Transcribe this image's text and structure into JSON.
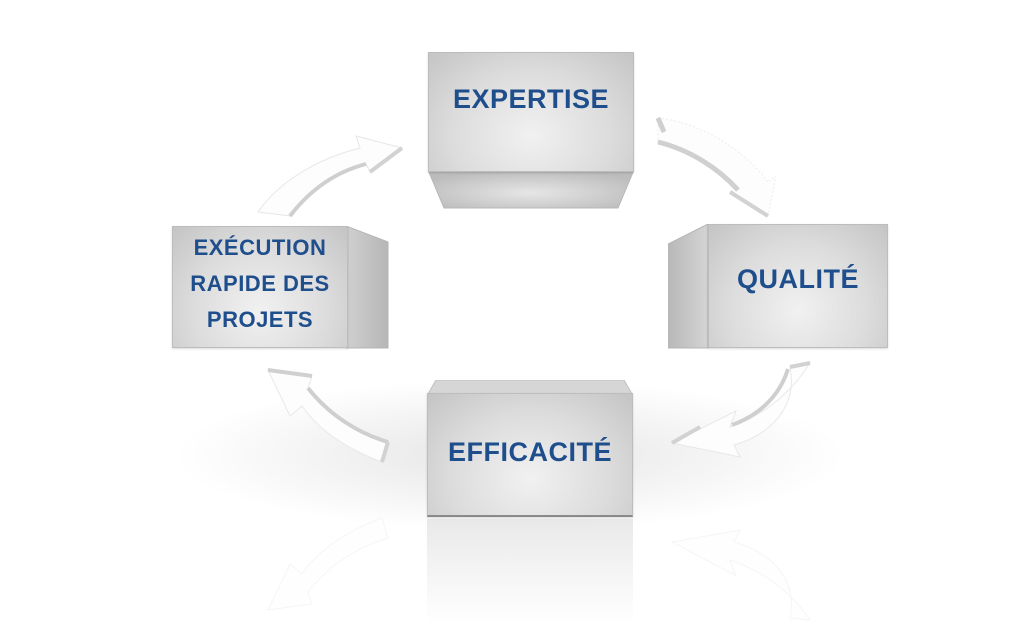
{
  "diagram": {
    "type": "cycle",
    "text_color": "#1f4e8c",
    "box_color": "#d9d9d9",
    "nodes": [
      {
        "id": "top",
        "label": "EXPERTISE"
      },
      {
        "id": "right",
        "label": "QUALITÉ"
      },
      {
        "id": "bottom",
        "label": "EFFICACITÉ"
      },
      {
        "id": "left",
        "lines": [
          "EXÉCUTION",
          "RAPIDE DES",
          "PROJETS"
        ]
      }
    ],
    "arrows": [
      {
        "from": "top",
        "to": "right",
        "direction": "clockwise"
      },
      {
        "from": "right",
        "to": "bottom",
        "direction": "clockwise"
      },
      {
        "from": "bottom",
        "to": "left",
        "direction": "clockwise"
      },
      {
        "from": "left",
        "to": "top",
        "direction": "clockwise"
      }
    ]
  }
}
